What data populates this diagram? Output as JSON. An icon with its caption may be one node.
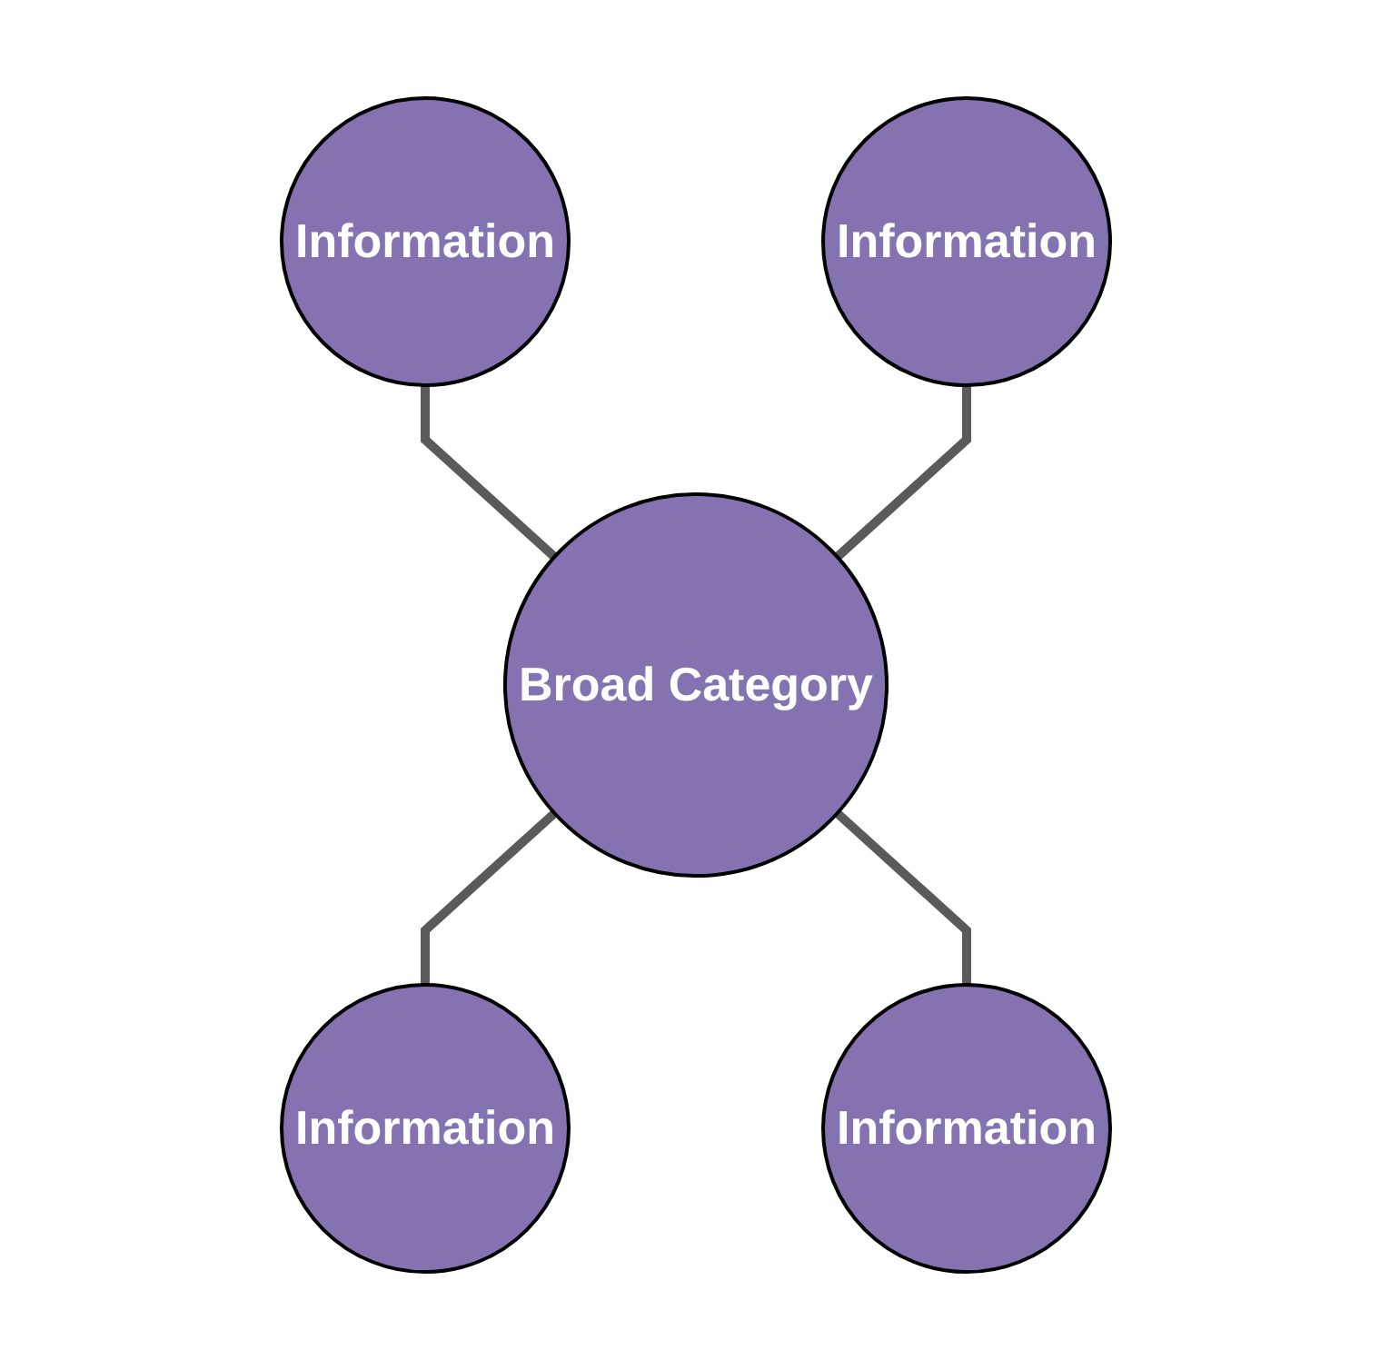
{
  "diagram": {
    "nodes": [
      {
        "text": [
          "Information"
        ]
      },
      {
        "text": [
          "Information"
        ]
      },
      {
        "text": [
          "Broad Category"
        ]
      },
      {
        "text": [
          "Information"
        ]
      },
      {
        "text": [
          "Information"
        ]
      }
    ],
    "edges": [
      {
        "from": 0,
        "to": 2,
        "arrow": "none"
      },
      {
        "from": 1,
        "to": 2,
        "arrow": "none"
      },
      {
        "from": 2,
        "to": 3,
        "arrow": "none"
      },
      {
        "from": 2,
        "to": 4,
        "arrow": "none"
      }
    ]
  }
}
